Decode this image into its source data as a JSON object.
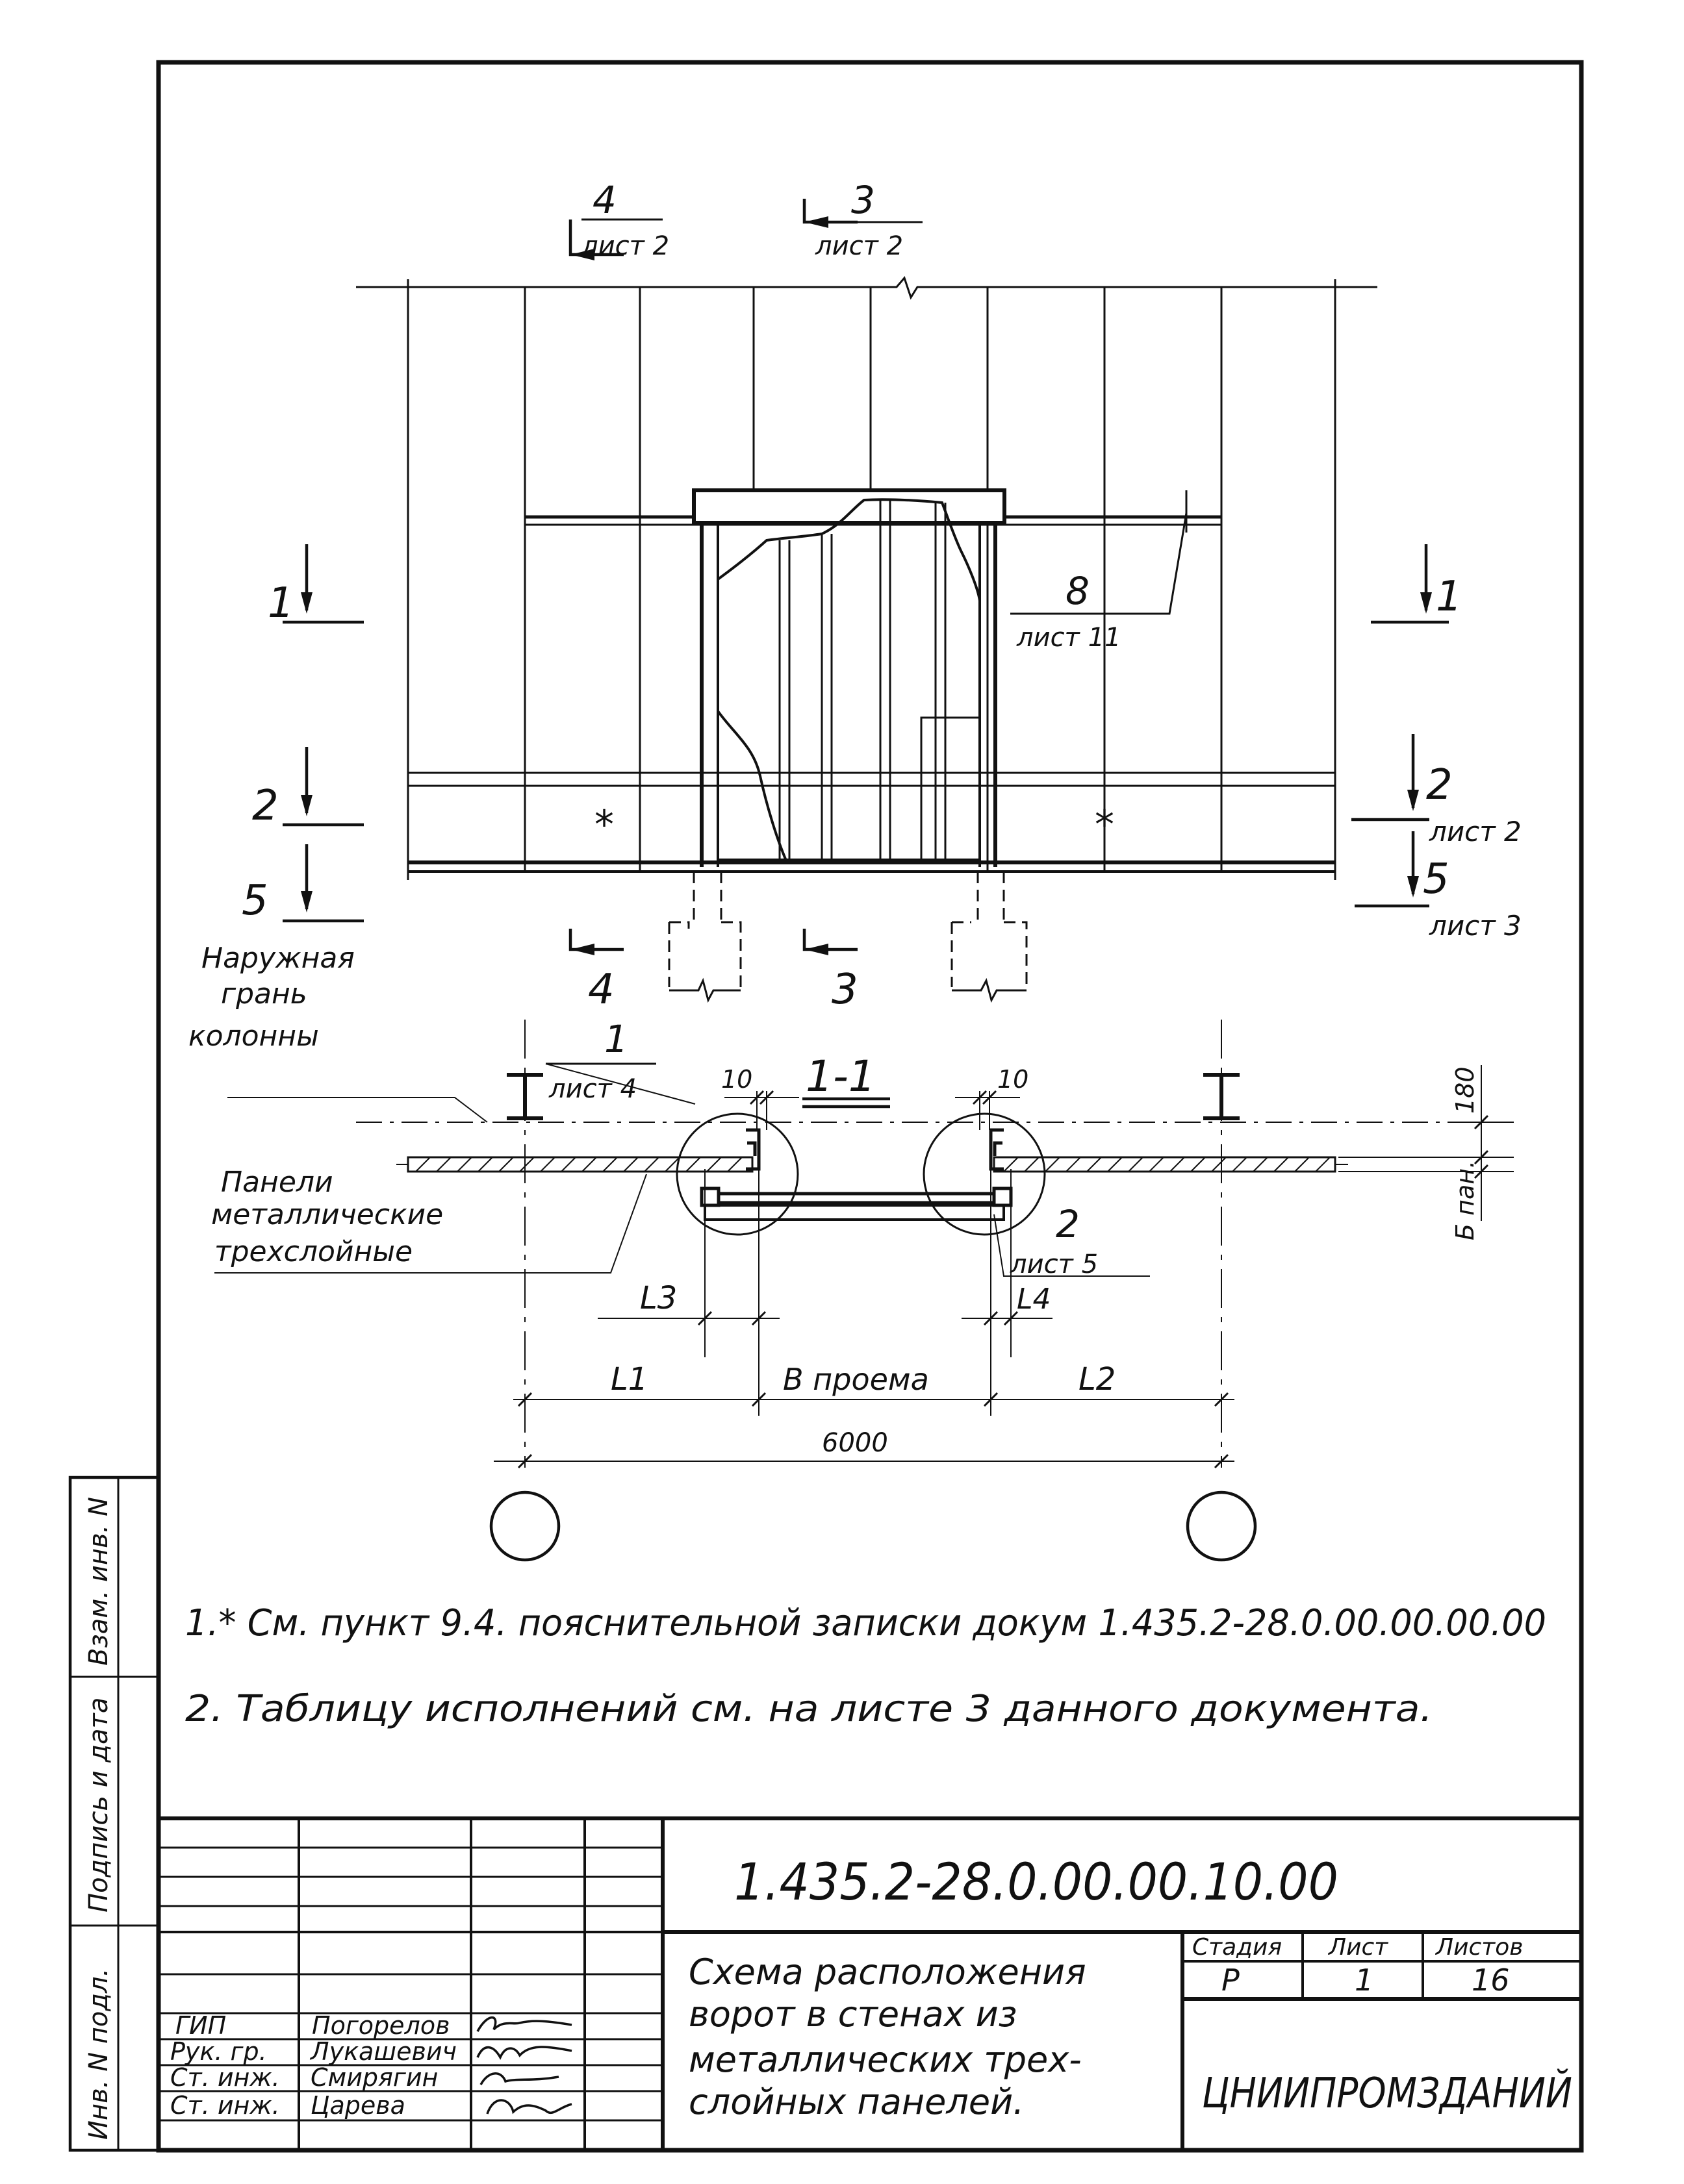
{
  "elevation": {
    "cut_top_left": {
      "num": "4",
      "sheet": "лист 2"
    },
    "cut_top_mid": {
      "num": "3",
      "sheet": "лист 2"
    },
    "cut_left_1": "1",
    "cut_left_2": "2",
    "cut_left_5": "5",
    "cut_right_1": "1",
    "cut_right_2": {
      "num": "2",
      "sheet": "лист 2"
    },
    "cut_right_5": {
      "num": "5",
      "sheet": "лист 3"
    },
    "node_8": {
      "num": "8",
      "sheet": "лист 11"
    },
    "asterisk_left": "*",
    "asterisk_right": "*",
    "cut_bottom_4": "4",
    "cut_bottom_3": "3"
  },
  "section": {
    "title": "1-1",
    "node_1": {
      "num": "1",
      "sheet": "лист 4"
    },
    "node_2": {
      "num": "2",
      "sheet": "лист 5"
    },
    "label_outer_face": [
      "Наружная",
      "грань",
      "колонны"
    ],
    "label_panels": [
      "Панели",
      "металлические",
      "трехслойные"
    ],
    "dim_10_left": "10",
    "dim_10_right": "10",
    "dim_180": "180",
    "dim_bpan": "Б пан.",
    "dim_L3": "L3",
    "dim_L4": "L4",
    "dim_L1": "L1",
    "dim_opening": "В проема",
    "dim_L2": "L2",
    "dim_6000": "6000"
  },
  "notes": [
    "1.* См. пункт 9.4. пояснительной записки докум 1.435.2-28.0.00.00.00.00",
    "2. Таблицу исполнений см. на листе 3 данного документа."
  ],
  "side_stamp": [
    "Взам. инв. N",
    "Подпись и дата",
    "Инв. N подл."
  ],
  "title_block": {
    "doc_code": "1.435.2-28.0.00.00.10.00",
    "drawing_title": [
      "Схема расположения",
      "ворот в стенах из",
      "металлических трех-",
      "слойных панелей."
    ],
    "stage_label": "Стадия",
    "sheet_label": "Лист",
    "sheets_label": "Листов",
    "stage": "Р",
    "sheet": "1",
    "sheets": "16",
    "organization": "ЦНИИПРОМЗДАНИЙ",
    "staff": [
      {
        "role": "ГИП",
        "name": "Погорелов"
      },
      {
        "role": "Рук. гр.",
        "name": "Лукашевич"
      },
      {
        "role": "Ст. инж.",
        "name": "Смирягин"
      },
      {
        "role": "Ст. инж.",
        "name": "Царева"
      }
    ]
  }
}
